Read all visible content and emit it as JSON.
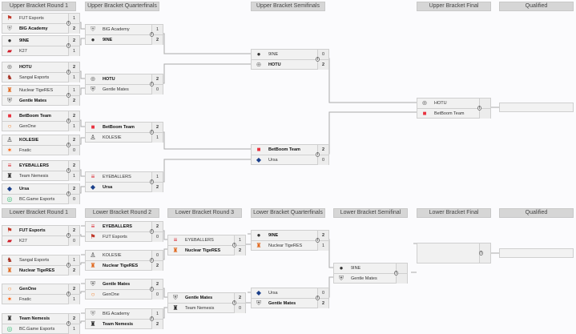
{
  "headers": {
    "ub_r1": "Upper Bracket Round 1",
    "ub_qf": "Upper Bracket Quarterfinals",
    "ub_sf": "Upper Bracket Semifinals",
    "ub_f": "Upper Bracket Final",
    "ub_q": "Qualified",
    "lb_r1": "Lower Bracket Round 1",
    "lb_r2": "Lower Bracket Round 2",
    "lb_r3": "Lower Bracket Round 3",
    "lb_qf": "Lower Bracket Quarterfinals",
    "lb_sf": "Lower Bracket Semifinal",
    "lb_f": "Lower Bracket Final",
    "lb_q": "Qualified"
  },
  "info_icon": "i",
  "upper": {
    "r1": [
      {
        "teams": [
          {
            "name": "FUT Esports",
            "score": "1",
            "icon": "fut-logo"
          },
          {
            "name": "BIG Academy",
            "score": "2",
            "icon": "big-logo",
            "win": true
          }
        ]
      },
      {
        "teams": [
          {
            "name": "9INE",
            "score": "2",
            "icon": "9ine-logo",
            "win": true
          },
          {
            "name": "K27",
            "score": "1",
            "icon": "k27-logo"
          }
        ]
      },
      {
        "teams": [
          {
            "name": "HOTU",
            "score": "2",
            "icon": "hotu-logo",
            "win": true
          },
          {
            "name": "Sangal Esports",
            "score": "1",
            "icon": "sangal-logo"
          }
        ]
      },
      {
        "teams": [
          {
            "name": "Nuclear TigeRES",
            "score": "1",
            "icon": "tigeres-logo"
          },
          {
            "name": "Gentle Mates",
            "score": "2",
            "icon": "gentlemates-logo",
            "win": true
          }
        ]
      },
      {
        "teams": [
          {
            "name": "BetBoom Team",
            "score": "2",
            "icon": "betboom-logo",
            "win": true
          },
          {
            "name": "GenOne",
            "score": "1",
            "icon": "genone-logo"
          }
        ]
      },
      {
        "teams": [
          {
            "name": "KOLESIE",
            "score": "2",
            "icon": "kolesie-logo",
            "win": true
          },
          {
            "name": "Fnatic",
            "score": "0",
            "icon": "fnatic-logo"
          }
        ]
      },
      {
        "teams": [
          {
            "name": "EYEBALLERS",
            "score": "2",
            "icon": "eyeballers-logo",
            "win": true
          },
          {
            "name": "Team Nemesis",
            "score": "1",
            "icon": "nemesis-logo"
          }
        ]
      },
      {
        "teams": [
          {
            "name": "Ursa",
            "score": "2",
            "icon": "ursa-logo",
            "win": true
          },
          {
            "name": "BC.Game Esports",
            "score": "0",
            "icon": "bcgame-logo"
          }
        ]
      }
    ],
    "qf": [
      {
        "teams": [
          {
            "name": "BIG Academy",
            "score": "1",
            "icon": "big-logo"
          },
          {
            "name": "9INE",
            "score": "2",
            "icon": "9ine-logo",
            "win": true
          }
        ]
      },
      {
        "teams": [
          {
            "name": "HOTU",
            "score": "2",
            "icon": "hotu-logo",
            "win": true
          },
          {
            "name": "Gentle Mates",
            "score": "0",
            "icon": "gentlemates-logo"
          }
        ]
      },
      {
        "teams": [
          {
            "name": "BetBoom Team",
            "score": "2",
            "icon": "betboom-logo",
            "win": true
          },
          {
            "name": "KOLESIE",
            "score": "1",
            "icon": "kolesie-logo"
          }
        ]
      },
      {
        "teams": [
          {
            "name": "EYEBALLERS",
            "score": "1",
            "icon": "eyeballers-logo"
          },
          {
            "name": "Ursa",
            "score": "2",
            "icon": "ursa-logo",
            "win": true
          }
        ]
      }
    ],
    "sf": [
      {
        "teams": [
          {
            "name": "9INE",
            "score": "0",
            "icon": "9ine-logo"
          },
          {
            "name": "HOTU",
            "score": "2",
            "icon": "hotu-logo",
            "win": true
          }
        ]
      },
      {
        "teams": [
          {
            "name": "BetBoom Team",
            "score": "2",
            "icon": "betboom-logo",
            "win": true
          },
          {
            "name": "Ursa",
            "score": "0",
            "icon": "ursa-logo"
          }
        ]
      }
    ],
    "final": {
      "teams": [
        {
          "name": "HOTU",
          "score": "",
          "icon": "hotu-logo"
        },
        {
          "name": "BetBoom Team",
          "score": "",
          "icon": "betboom-logo"
        }
      ]
    }
  },
  "lower": {
    "r1": [
      {
        "teams": [
          {
            "name": "FUT Esports",
            "score": "2",
            "icon": "fut-logo",
            "win": true
          },
          {
            "name": "K27",
            "score": "0",
            "icon": "k27-logo"
          }
        ]
      },
      {
        "teams": [
          {
            "name": "Sangal Esports",
            "score": "1",
            "icon": "sangal-logo"
          },
          {
            "name": "Nuclear TigeRES",
            "score": "2",
            "icon": "tigeres-logo",
            "win": true
          }
        ]
      },
      {
        "teams": [
          {
            "name": "GenOne",
            "score": "2",
            "icon": "genone-logo",
            "win": true
          },
          {
            "name": "Fnatic",
            "score": "1",
            "icon": "fnatic-logo"
          }
        ]
      },
      {
        "teams": [
          {
            "name": "Team Nemesis",
            "score": "2",
            "icon": "nemesis-logo",
            "win": true
          },
          {
            "name": "BC.Game Esports",
            "score": "1",
            "icon": "bcgame-logo"
          }
        ]
      }
    ],
    "r2": [
      {
        "teams": [
          {
            "name": "EYEBALLERS",
            "score": "2",
            "icon": "eyeballers-logo",
            "win": true
          },
          {
            "name": "FUT Esports",
            "score": "0",
            "icon": "fut-logo"
          }
        ]
      },
      {
        "teams": [
          {
            "name": "KOLESIE",
            "score": "0",
            "icon": "kolesie-logo"
          },
          {
            "name": "Nuclear TigeRES",
            "score": "2",
            "icon": "tigeres-logo",
            "win": true
          }
        ]
      },
      {
        "teams": [
          {
            "name": "Gentle Mates",
            "score": "2",
            "icon": "gentlemates-logo",
            "win": true
          },
          {
            "name": "GenOne",
            "score": "0",
            "icon": "genone-logo"
          }
        ]
      },
      {
        "teams": [
          {
            "name": "BIG Academy",
            "score": "1",
            "icon": "big-logo"
          },
          {
            "name": "Team Nemesis",
            "score": "2",
            "icon": "nemesis-logo",
            "win": true
          }
        ]
      }
    ],
    "r3": [
      {
        "teams": [
          {
            "name": "EYEBALLERS",
            "score": "1",
            "icon": "eyeballers-logo"
          },
          {
            "name": "Nuclear TigeRES",
            "score": "2",
            "icon": "tigeres-logo",
            "win": true
          }
        ]
      },
      {
        "teams": [
          {
            "name": "Gentle Mates",
            "score": "2",
            "icon": "gentlemates-logo",
            "win": true
          },
          {
            "name": "Team Nemesis",
            "score": "0",
            "icon": "nemesis-logo"
          }
        ]
      }
    ],
    "qf": [
      {
        "teams": [
          {
            "name": "9INE",
            "score": "2",
            "icon": "9ine-logo",
            "win": true
          },
          {
            "name": "Nuclear TigeRES",
            "score": "1",
            "icon": "tigeres-logo"
          }
        ]
      },
      {
        "teams": [
          {
            "name": "Ursa",
            "score": "0",
            "icon": "ursa-logo"
          },
          {
            "name": "Gentle Mates",
            "score": "2",
            "icon": "gentlemates-logo",
            "win": true
          }
        ]
      }
    ],
    "sf": {
      "teams": [
        {
          "name": "9INE",
          "score": "",
          "icon": "9ine-logo"
        },
        {
          "name": "Gentle Mates",
          "score": "",
          "icon": "gentlemates-logo"
        }
      ]
    }
  },
  "logo_colors": {
    "fut-logo": "#c0392b",
    "big-logo": "#888888",
    "9ine-logo": "#333333",
    "k27-logo": "#d01c2a",
    "hotu-logo": "#888888",
    "sangal-logo": "#a32d1f",
    "tigeres-logo": "#e0661b",
    "gentlemates-logo": "#666666",
    "betboom-logo": "#e8323f",
    "genone-logo": "#f47b20",
    "kolesie-logo": "#2b2b2b",
    "fnatic-logo": "#ff5900",
    "eyeballers-logo": "#d9232d",
    "nemesis-logo": "#222222",
    "ursa-logo": "#1a3f8a",
    "bcgame-logo": "#3fc27b"
  }
}
